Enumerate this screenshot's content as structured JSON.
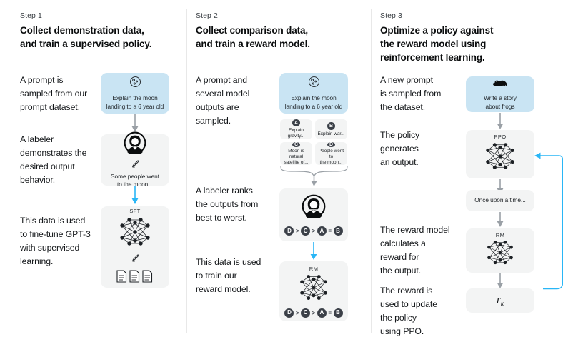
{
  "meta": {
    "title": "RLHF three-step training diagram",
    "accent_blue": "#29b6f6",
    "card_blue": "#c9e4f3",
    "card_gray": "#f3f4f4",
    "arrow_gray": "#9aa0a6",
    "divider": "#e8e8e8"
  },
  "columns": [
    {
      "step_label": "Step 1",
      "title": "Collect demonstration data,\nand train a supervised policy.",
      "captions": [
        "A prompt is\nsampled from our\nprompt dataset.",
        "A labeler\ndemonstrates the\ndesired output\nbehavior.",
        "This data is used\nto fine-tune GPT-3\nwith supervised\nlearning."
      ],
      "nodes": [
        {
          "name": "prompt-card",
          "icon": "moon-icon",
          "text": "Explain the moon\nlanding to a 6 year old",
          "style": "blue"
        },
        {
          "name": "labeler-card",
          "icon": "labeler-avatar-icon",
          "text": "Some people went\nto the moon...",
          "style": "gray"
        },
        {
          "name": "sft-card",
          "tag": "SFT",
          "icon": "neural-net-icon",
          "text": "",
          "style": "gray"
        }
      ]
    },
    {
      "step_label": "Step 2",
      "title": "Collect comparison data,\nand train a reward model.",
      "captions": [
        "A prompt and\nseveral model\noutputs are\nsampled.",
        "A labeler ranks\nthe outputs from\nbest to worst.",
        "This data is used\nto train our\nreward model."
      ],
      "nodes": [
        {
          "name": "prompt-card",
          "icon": "moon-icon",
          "text": "Explain the moon\nlanding to a 6 year old",
          "style": "blue"
        },
        {
          "name": "ranking-card",
          "icon": "labeler-avatar-icon",
          "style": "gray"
        },
        {
          "name": "rm-card",
          "tag": "RM",
          "icon": "neural-net-icon",
          "style": "gray"
        }
      ],
      "options": [
        {
          "badge": "A",
          "text": "Explain gravity..."
        },
        {
          "badge": "B",
          "text": "Explain war..."
        },
        {
          "badge": "C",
          "text": "Moon is natural\nsatellite of..."
        },
        {
          "badge": "D",
          "text": "People went to\nthe moon..."
        }
      ],
      "ranking": [
        "D",
        ">",
        "C",
        ">",
        "A",
        "=",
        "B"
      ]
    },
    {
      "step_label": "Step 3",
      "title": "Optimize a policy against\nthe reward model using\nreinforcement learning.",
      "captions": [
        "A new prompt\nis sampled from\nthe dataset.",
        "The policy\ngenerates\nan output.",
        "The reward model\ncalculates a\nreward for\nthe output.",
        "The reward is\nused to update\nthe policy\nusing PPO."
      ],
      "nodes": [
        {
          "name": "prompt-card",
          "icon": "frog-icon",
          "text": "Write a story\nabout frogs",
          "style": "blue"
        },
        {
          "name": "ppo-card",
          "tag": "PPO",
          "icon": "neural-net-icon",
          "style": "gray"
        },
        {
          "name": "output-card",
          "text": "Once upon a time...",
          "style": "gray"
        },
        {
          "name": "rm-card",
          "tag": "RM",
          "icon": "neural-net-icon",
          "style": "gray"
        },
        {
          "name": "reward-card",
          "text": "r",
          "subscript": "k",
          "style": "gray"
        }
      ]
    }
  ]
}
